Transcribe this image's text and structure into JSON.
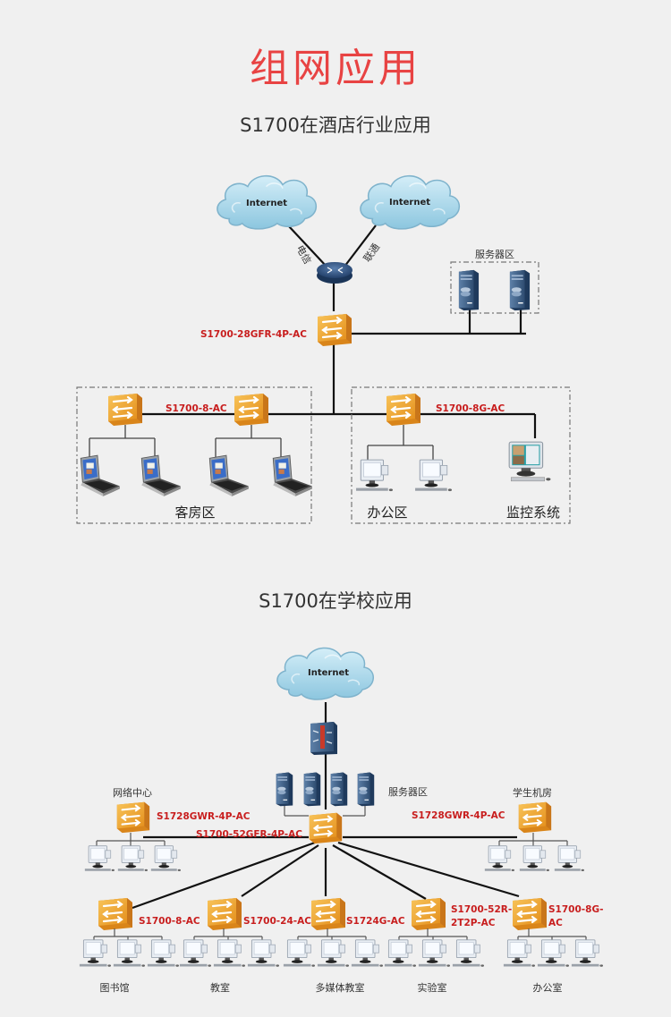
{
  "page": {
    "title": "组网应用",
    "title_color": "#e84343"
  },
  "hotel": {
    "subtitle": "S1700在酒店行业应用",
    "clouds": [
      {
        "label": "Internet",
        "link_label": "电信"
      },
      {
        "label": "Internet",
        "link_label": "联通"
      }
    ],
    "core_switch": "S1700-28GFR-4P-AC",
    "server_zone": "服务器区",
    "guest_zone": {
      "label": "客房区",
      "switch_model": "S1700-8-AC",
      "laptops": 4
    },
    "office_zone": {
      "label": "办公区",
      "switch_model": "S1700-8G-AC",
      "pcs": 2
    },
    "monitor_zone": {
      "label": "监控系统"
    }
  },
  "school": {
    "subtitle": "S1700在学校应用",
    "cloud": "Internet",
    "server_zone": "服务器区",
    "core_switch": "S1700-52GFR-4P-AC",
    "network_center": {
      "label": "网络中心",
      "switch_model": "S1728GWR-4P-AC"
    },
    "student_lab": {
      "label": "学生机房",
      "switch_model": "S1728GWR-4P-AC"
    },
    "branches": [
      {
        "label": "图书馆",
        "model": "S1700-8-AC"
      },
      {
        "label": "教室",
        "model": "S1700-24-AC"
      },
      {
        "label": "多媒体教室",
        "model": "S1724G-AC"
      },
      {
        "label": "实验室",
        "model_line1": "S1700-52R-",
        "model_line2": "2T2P-AC"
      },
      {
        "label": "办公室",
        "model_line1": "S1700-8G-",
        "model_line2": "AC"
      }
    ]
  },
  "colors": {
    "model_label": "#c81e1e",
    "switch_orange": "#f2a93b",
    "server_blue": "#3d5f86",
    "cloud_blue": "#a9d6ea"
  }
}
